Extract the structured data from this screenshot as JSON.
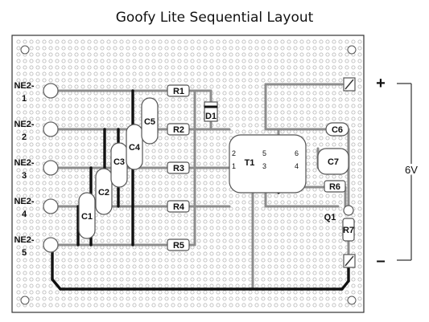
{
  "title": "Goofy Lite Sequential Layout",
  "bulbs": [
    {
      "prefix": "NE2-",
      "num": "1"
    },
    {
      "prefix": "NE2-",
      "num": "2"
    },
    {
      "prefix": "NE2-",
      "num": "3"
    },
    {
      "prefix": "NE2-",
      "num": "4"
    },
    {
      "prefix": "NE2-",
      "num": "5"
    }
  ],
  "resistors": [
    "R1",
    "R2",
    "R3",
    "R4",
    "R5",
    "R6",
    "R7"
  ],
  "capacitors": [
    "C1",
    "C2",
    "C3",
    "C4",
    "C5",
    "C6",
    "C7"
  ],
  "diode": "D1",
  "transistor": "Q1",
  "transformer": {
    "label": "T1",
    "pins": [
      "2",
      "1",
      "5",
      "3",
      "6",
      "4"
    ]
  },
  "supply": {
    "plus": "+",
    "minus": "–",
    "voltage": "6V"
  },
  "colors": {
    "board": "#ffffff",
    "hole": "#bdbdbd",
    "trace": "#8c8c8c",
    "jumper": "#111111"
  }
}
